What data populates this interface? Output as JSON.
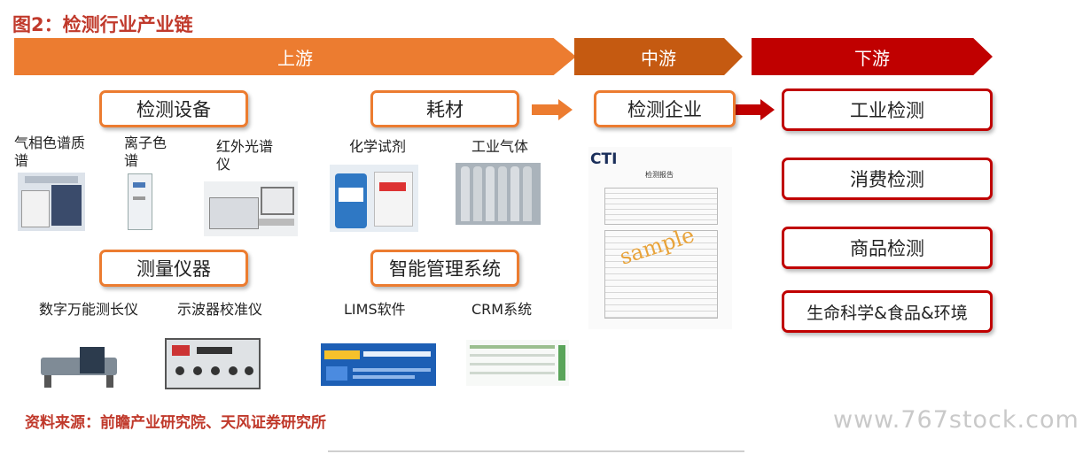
{
  "title": "图2：检测行业产业链",
  "stages": {
    "upstream": "上游",
    "midstream": "中游",
    "downstream": "下游"
  },
  "upstream": {
    "equipment": {
      "label": "检测设备",
      "items": [
        "气相色谱质谱",
        "离子色谱",
        "红外光谱仪"
      ]
    },
    "consumables": {
      "label": "耗材",
      "items": [
        "化学试剂",
        "工业气体"
      ]
    },
    "instruments": {
      "label": "测量仪器",
      "items": [
        "数字万能测长仪",
        "示波器校准仪"
      ]
    },
    "systems": {
      "label": "智能管理系统",
      "items": [
        "LIMS软件",
        "CRM系统"
      ]
    }
  },
  "midstream": {
    "label": "检测企业",
    "report": {
      "logo": "CTI",
      "title": "检测报告",
      "stamp": "sample"
    }
  },
  "downstream": [
    "工业检测",
    "消费检测",
    "商品检测",
    "生命科学&食品&环境"
  ],
  "source": "资料来源：前瞻产业研究院、天风证券研究所",
  "watermark": "www.767stock.com",
  "colors": {
    "upstream": "#ec7c30",
    "midstream": "#c55a11",
    "downstream": "#c00000",
    "title": "#c0392b"
  }
}
